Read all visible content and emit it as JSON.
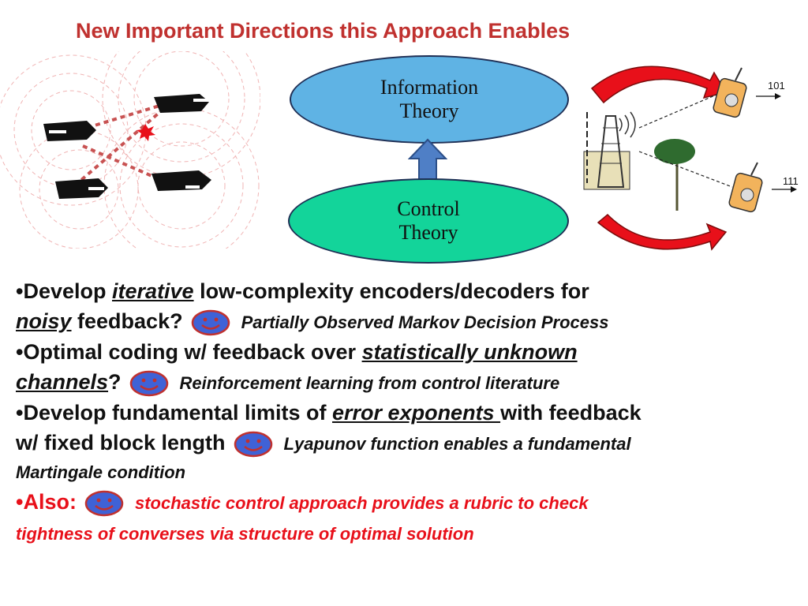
{
  "slide": {
    "title": "New Important Directions this Approach Enables"
  },
  "diagram": {
    "info_theory": [
      "Information",
      "Theory"
    ],
    "control_theory": [
      "Control",
      "Theory"
    ],
    "codes": [
      "101",
      "111"
    ]
  },
  "bullets": [
    {
      "lead": "Develop ",
      "emph": "iterative",
      "mid": " low-complexity encoders/decoders for",
      "emph2": "noisy",
      "tail": " feedback?",
      "note": "Partially Observed Markov Decision Process"
    },
    {
      "lead": "Optimal coding w/ feedback over ",
      "emph": "statistically unknown",
      "emph2": "channels",
      "tail": "?",
      "note": "Reinforcement learning from control literature"
    },
    {
      "lead": "Develop fundamental limits of ",
      "emph": "error exponents ",
      "mid": "with feedback",
      "line2": "w/ fixed block length",
      "note": "Lyapunov function enables a fundamental",
      "note2": "Martingale condition"
    },
    {
      "lead": "Also:",
      "note": "stochastic control approach provides a rubric to check",
      "note2": "tightness of converses via structure of optimal solution"
    }
  ],
  "icons": {
    "smiley": "smiley-face-icon",
    "tank": "tank-icon",
    "explosion": "explosion-icon",
    "tower": "radio-tower-icon",
    "tree": "tree-icon",
    "radio": "walkie-talkie-icon"
  },
  "colors": {
    "title": "#c0312f",
    "info_bubble": "#5fb3e4",
    "control_bubble": "#13d49a",
    "arrow": "#4f7fc6",
    "accent_red": "#e8101a",
    "smiley": "#3f62d6"
  }
}
